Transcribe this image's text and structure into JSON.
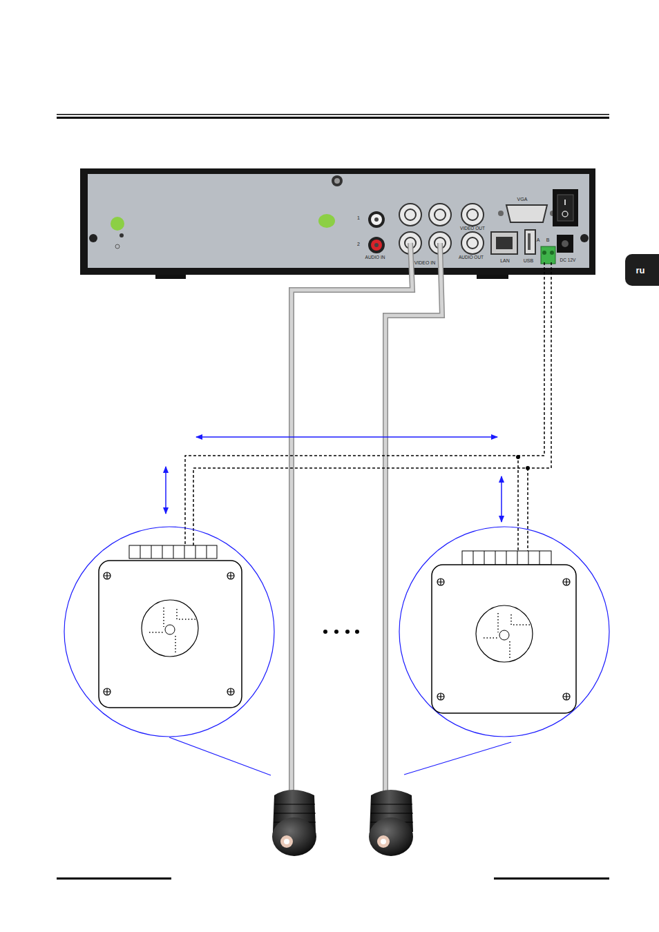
{
  "diagram": {
    "nodes": [
      {
        "text": [
          "ru"
        ]
      }
    ],
    "labels": [
      "1",
      "2",
      "AUDIO IN",
      "VIDEO IN",
      "VIDEO OUT",
      "AUDIO OUT",
      "VGA",
      "LAN",
      "USB",
      "A",
      "B",
      "DC 12V"
    ]
  }
}
